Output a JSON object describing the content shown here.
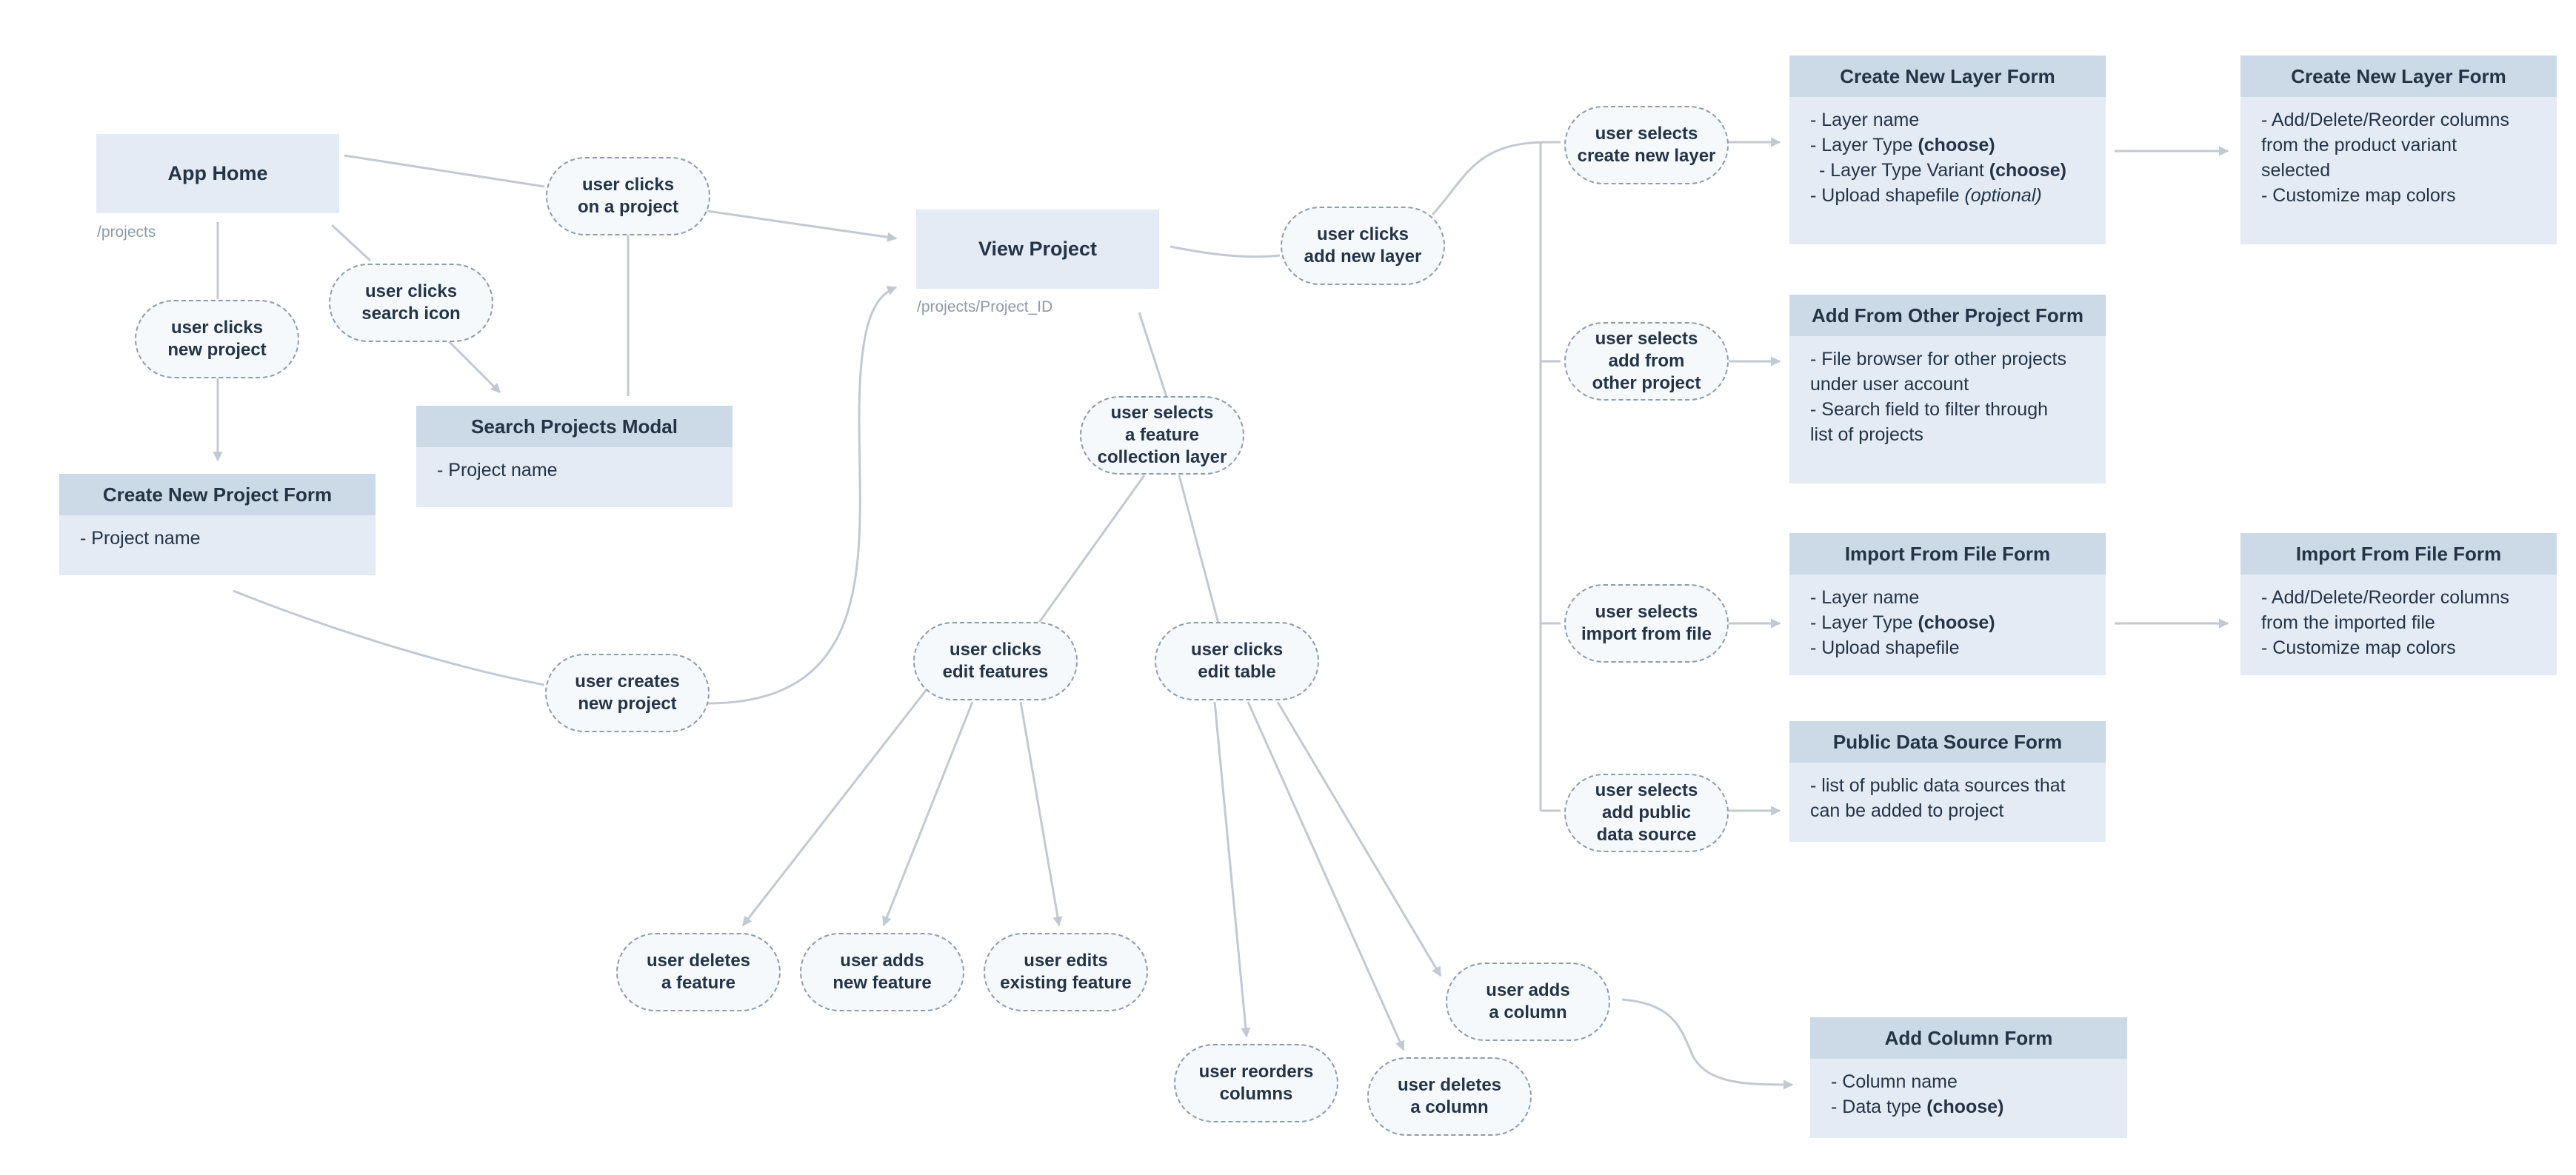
{
  "pages": {
    "app_home": {
      "title": "App Home",
      "route": "/projects"
    },
    "view_project": {
      "title": "View Project",
      "route": "/projects/Project_ID"
    }
  },
  "forms": {
    "create_project": {
      "title": "Create New Project Form",
      "lines": [
        "- Project name"
      ]
    },
    "search_modal": {
      "title": "Search Projects Modal",
      "lines": [
        "- Project name"
      ]
    },
    "create_layer": {
      "title": "Create New Layer Form",
      "lines": [
        {
          "text": "- Layer name"
        },
        {
          "text": "- Layer Type ",
          "bold": "(choose)"
        },
        {
          "text": "- Layer Type Variant ",
          "bold": "(choose)",
          "indent": true
        },
        {
          "text": "- Upload shapefile ",
          "italic": "(optional)"
        }
      ]
    },
    "create_layer_columns": {
      "title": "Create New Layer Form",
      "lines": [
        "- Add/Delete/Reorder columns",
        "from the product variant",
        "selected",
        "- Customize map colors"
      ]
    },
    "other_project": {
      "title": "Add From Other Project Form",
      "lines": [
        "- File browser for other projects",
        "under user account",
        "- Search field to filter through",
        "list of projects"
      ]
    },
    "import_file": {
      "title": "Import From File Form",
      "lines": [
        {
          "text": "- Layer name"
        },
        {
          "text": "- Layer Type ",
          "bold": "(choose)"
        },
        {
          "text": "- Upload shapefile"
        }
      ]
    },
    "import_file_columns": {
      "title": "Import From File Form",
      "lines": [
        "- Add/Delete/Reorder columns",
        "from the imported file",
        "- Customize map colors"
      ]
    },
    "public_source": {
      "title": "Public Data Source Form",
      "lines": [
        "- list of public data sources that",
        "can be added to project"
      ]
    },
    "add_column": {
      "title": "Add Column Form",
      "lines": [
        {
          "text": "- Column name"
        },
        {
          "text": "- Data type ",
          "bold": "(choose)"
        }
      ]
    }
  },
  "actions": {
    "clicks_project": "user clicks\non a project",
    "clicks_search": "user clicks\nsearch icon",
    "clicks_new_project": "user clicks\nnew project",
    "creates_project": "user creates\nnew project",
    "clicks_new_layer": "user clicks\nadd new layer",
    "selects_create_layer": "user selects\ncreate new layer",
    "selects_other_project": "user selects\nadd from\nother project",
    "selects_import_file": "user selects\nimport from file",
    "selects_public_source": "user selects\nadd public\ndata source",
    "selects_feature_layer": "user selects\na feature\ncollection layer",
    "clicks_edit_features": "user clicks\nedit features",
    "clicks_edit_table": "user clicks\nedit table",
    "deletes_feature": "user deletes\na feature",
    "adds_feature": "user adds\nnew feature",
    "edits_feature": "user edits\nexisting feature",
    "reorders_columns": "user reorders\ncolumns",
    "deletes_column": "user deletes\na column",
    "adds_column": "user adds\na column"
  },
  "colors": {
    "connector": "#c3c9d1",
    "page_fill": "#e4ebf4",
    "form_header": "#ccd9e6",
    "action_border": "#8e9cab"
  }
}
